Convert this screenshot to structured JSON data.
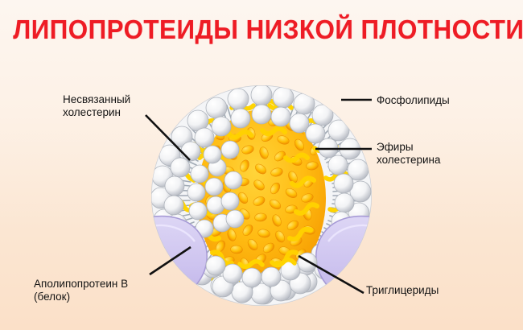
{
  "page": {
    "title": "ЛИПОПРОТЕИДЫ НИЗКОЙ ПЛОТНОСТИ",
    "title_color": "#ee1c25",
    "background_top_color": "#fdf6f0",
    "background_bottom_color": "#fbe0c8"
  },
  "labels": {
    "unbound_cholesterol": "Несвязанный\nхолестерин",
    "phospholipids": "Фосфолипиды",
    "cholesteryl_esters": "Эфиры\nхолестерина",
    "apolipoprotein_b": "Аполипопротеин В\n(белок)",
    "triglycerides": "Триглицериды"
  },
  "diagram": {
    "name": "ldl-particle",
    "shell_head_color": "#ffffff",
    "shell_head_shadow_color": "#b9bcc4",
    "shell_tail_color": "#9aa3ad",
    "cholesterol_color": "#ffd200",
    "core_color": "#ffb500",
    "core_highlight_color": "#ffd633",
    "apolipoprotein_color": "#cdc3ef",
    "apolipoprotein_edge_color": "#a79bd6",
    "leader_line_color": "#111111"
  }
}
